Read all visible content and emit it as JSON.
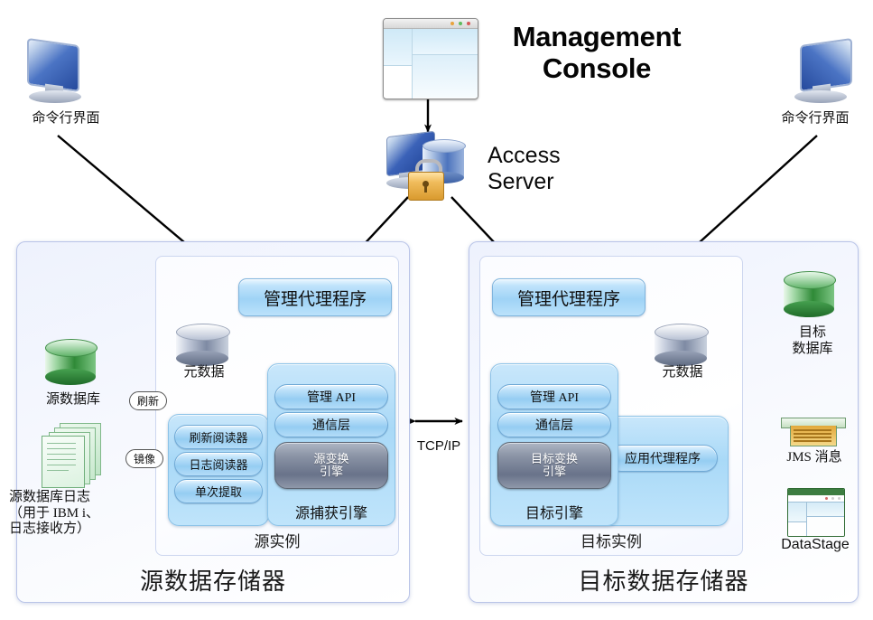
{
  "diagram": {
    "title_console": "Management\nConsole",
    "console_line1": "Management",
    "console_line2": "Console",
    "access_server_line1": "Access",
    "access_server_line2": "Server",
    "network_label": "TCP/IP"
  },
  "cli_left": {
    "label": "命令行界面",
    "icon": "monitor-icon"
  },
  "cli_right": {
    "label": "命令行界面",
    "icon": "monitor-icon"
  },
  "console": {
    "icon": "browser-window-icon"
  },
  "access_server": {
    "icon": "server-lock-icon"
  },
  "source_store": {
    "title": "源数据存储器",
    "instance_title": "源实例",
    "management_agent": "管理代理程序",
    "metadata_label": "元数据",
    "metadata_icon": "database-cylinder-icon",
    "reader_pills": [
      "刷新阅读器",
      "日志阅读器",
      "单次提取"
    ],
    "engine_title": "源捕获引擎",
    "engine_pills": [
      "管理 API",
      "通信层"
    ],
    "transform_engine_line1": "源变换",
    "transform_engine_line2": "引擎",
    "database": {
      "label": "源数据库",
      "icon": "green-database-icon"
    },
    "logs": {
      "label_line1": "源数据库日志",
      "label_line2": "（用于 IBM i、",
      "label_line3": "日志接收方）",
      "icon": "documents-stack-icon"
    },
    "edge_label_refresh": "刷新",
    "edge_label_mirror": "镜像"
  },
  "target_store": {
    "title": "目标数据存储器",
    "instance_title": "目标实例",
    "management_agent": "管理代理程序",
    "metadata_label": "元数据",
    "metadata_icon": "database-cylinder-icon",
    "engine_title": "目标引擎",
    "engine_pills": [
      "管理 API",
      "通信层"
    ],
    "transform_engine_line1": "目标变换",
    "transform_engine_line2": "引擎",
    "app_agent": "应用代理程序"
  },
  "outputs": [
    {
      "label_line1": "目标",
      "label_line2": "数据库",
      "icon": "green-database-icon"
    },
    {
      "label_line1": "JMS 消息",
      "label_line2": "",
      "icon": "jms-tray-icon"
    },
    {
      "label_line1": "DataStage",
      "label_line2": "",
      "icon": "datastage-window-icon"
    }
  ],
  "colors": {
    "panel_border": "#b9c4e8",
    "blue_box": "#9fd3f6",
    "dark_engine": "#69738a",
    "green_db": "#3f9e45",
    "arrow": "#000000"
  }
}
